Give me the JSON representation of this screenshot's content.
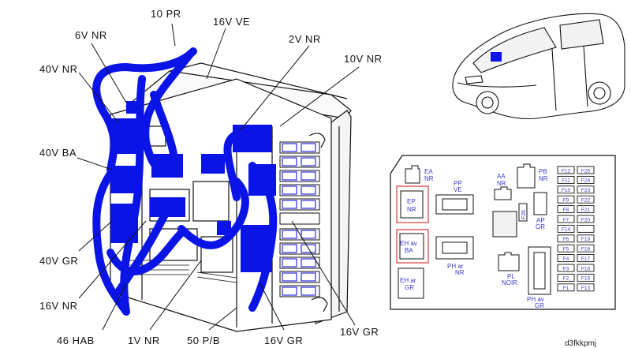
{
  "connector_labels": {
    "c10pr": "10  PR",
    "c16ve": "16V  VE",
    "c6nr": "6V  NR",
    "c2nr": "2V  NR",
    "c10nr": "10V  NR",
    "c40nr": "40V  NR",
    "c40ba": "40V  BA",
    "c40gr": "40V  GR",
    "c16nr": "16V  NR",
    "c46hab": "46  HAB",
    "c1nr": "1V  NR",
    "c50pb": "50  P/B",
    "c16gr_a": "16V  GR",
    "c16gr_b": "16V  GR"
  },
  "fuse_box_labels": {
    "ea": [
      "EA",
      "NR"
    ],
    "pp": [
      "PP",
      "VE"
    ],
    "aa": [
      "AA",
      "NR"
    ],
    "pb": [
      "PB",
      "NR"
    ],
    "ep": [
      "EP",
      "NR"
    ],
    "ap": [
      "AP",
      "GR"
    ],
    "f26": "F26",
    "ehav": [
      "EH  av",
      "BA"
    ],
    "phar": [
      "PH  ar",
      "NR"
    ],
    "ehar": [
      "EH  ar",
      "GR"
    ],
    "pl": [
      "PL",
      "NOIR"
    ],
    "phav": [
      "PH  av",
      "GR"
    ]
  },
  "fuses_left": [
    "F12",
    "F11",
    "F10",
    "F9",
    "F8",
    "F7",
    "F14",
    "F6",
    "F5",
    "F4",
    "F3",
    "F2",
    "F1"
  ],
  "fuses_right": [
    "F25",
    "F24",
    "F23",
    "F22",
    "F21",
    "F20",
    "",
    "F19",
    "F18",
    "F17",
    "F16",
    "F15",
    "F13"
  ],
  "reference_code": "d3fkkpmj",
  "colors": {
    "wire": "#0a14e6",
    "outline": "#111111",
    "highlight": "#d84848",
    "label_blue": "#3a3ad0"
  }
}
